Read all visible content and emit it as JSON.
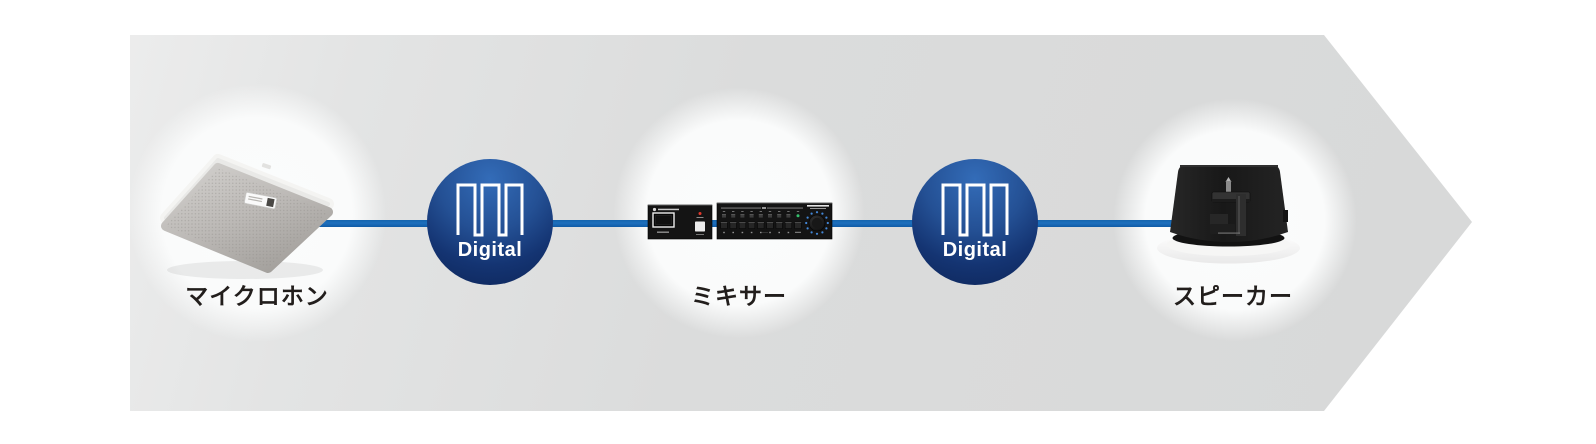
{
  "diagram": {
    "description_type": "audio-signal-flow",
    "nodes": [
      {
        "id": "microphone",
        "label": "マイクロホン",
        "kind": "device"
      },
      {
        "id": "digital-link-1",
        "label": "Digital",
        "kind": "badge"
      },
      {
        "id": "mixer",
        "label": "ミキサー",
        "kind": "device"
      },
      {
        "id": "digital-link-2",
        "label": "Digital",
        "kind": "badge"
      },
      {
        "id": "speaker",
        "label": "スピーカー",
        "kind": "device"
      }
    ],
    "flow_direction": "left-to-right",
    "colors": {
      "arrow_gray": "#dbdcdc",
      "glow_white": "#fafbfb",
      "connection_blue": "#1565ae",
      "badge_blue_top": "#336cb8",
      "badge_blue_bottom": "#0d2558",
      "badge_text": "#ffffff",
      "label_text": "#221e1c",
      "mixer_panel_black": "#141414",
      "mixer_knob_led_blue": "#4287d8",
      "mixer_power_led_red": "#e2382b",
      "mixer_output_led_green": "#35c06c"
    }
  }
}
